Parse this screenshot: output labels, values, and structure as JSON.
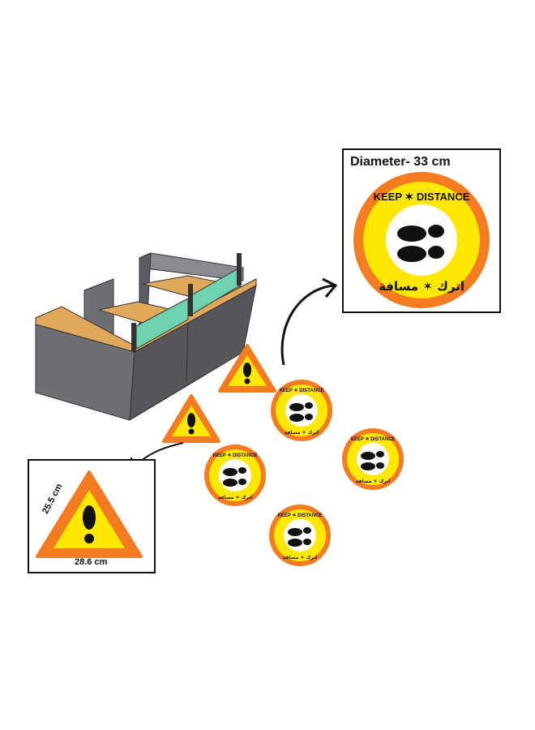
{
  "sticker": {
    "top_text": "KEEP",
    "top_text_2": "DISTANCE",
    "arabic_text": "اترك مسافة",
    "colors": {
      "ring": "#f47b20",
      "fill": "#ffe800",
      "inner": "#ffffff",
      "print": "#111111"
    }
  },
  "inset_circle": {
    "label": "Diameter- 33 cm"
  },
  "inset_triangle": {
    "width_label": "28.6 cm",
    "height_label": "25.5 cm"
  },
  "warning_sign": {
    "icon": "exclamation-icon",
    "colors": {
      "border": "#f47b20",
      "fill": "#ffe800"
    }
  },
  "counter": {
    "colors": {
      "body": "#6e6e73",
      "top": "#e0a85a",
      "screen": "#6fd3b0"
    }
  }
}
